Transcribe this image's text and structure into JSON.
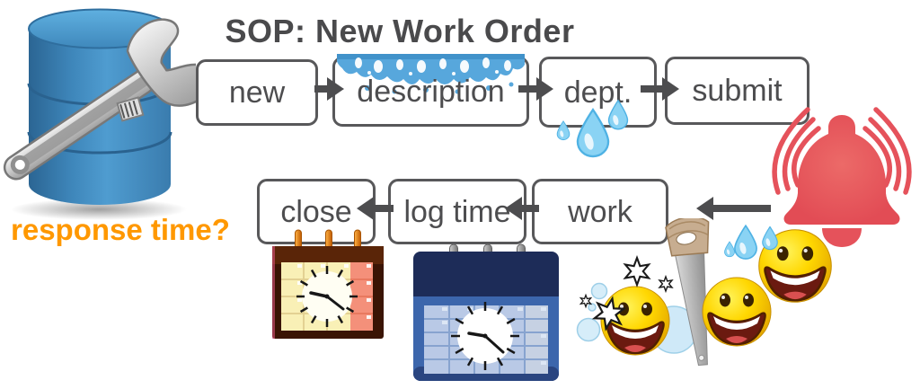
{
  "title": "SOP: New Work Order",
  "annotation": {
    "response_time": "response time?"
  },
  "flow": {
    "row1": [
      {
        "label": "new"
      },
      {
        "label": "description"
      },
      {
        "label": "dept."
      },
      {
        "label": "submit"
      }
    ],
    "row2": [
      {
        "label": "close"
      },
      {
        "label": "log time"
      },
      {
        "label": "work"
      }
    ]
  },
  "icons": {
    "database_wrench": "database-with-wrench",
    "water_splash": "water-splash-band",
    "water_drops": "water-drops",
    "alarm_bell": "ringing-red-bell",
    "calendar_brown": "calendar-with-clock-brown",
    "calendar_blue": "calendar-with-clock-blue",
    "workers": "three-laughing-smileys-with-saw-bubbles-sweat"
  },
  "colors": {
    "title_text": "#4a4a4c",
    "box_border": "#58585a",
    "box_text": "#4d4d4f",
    "arrow": "#4d4d4f",
    "accent_orange": "#ff9800",
    "bell_red": "#e5525b",
    "drop_blue": "#7fcdf2",
    "splash_blue": "#57a7dc",
    "database_blue": "#3e86ba",
    "smiley_yellow": "#ffd701"
  }
}
